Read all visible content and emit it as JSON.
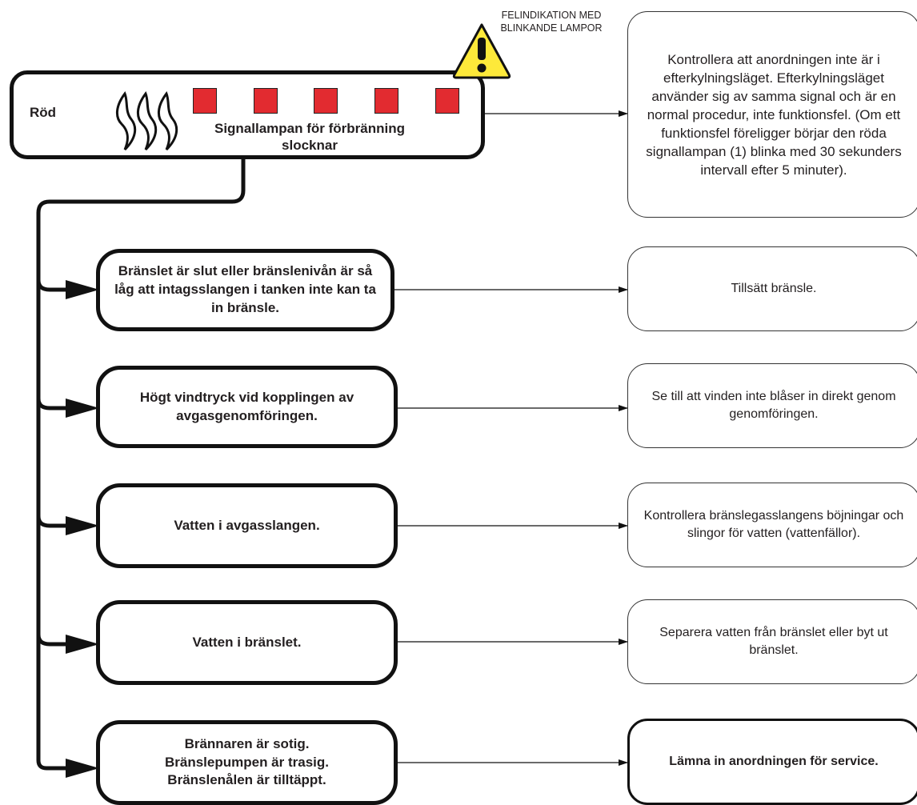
{
  "warning": {
    "label_line1": "FELINDIKATION MED",
    "label_line2": "BLINKANDE LAMPOR"
  },
  "header": {
    "color_label": "Röd",
    "signal_text_line1": "Signallampan för förbränning",
    "signal_text_line2": "slocknar",
    "lamp_count": 5,
    "lamp_color": "#e22b30"
  },
  "top_remedy": {
    "text": "Kontrollera att anordningen inte är i efterkylningsläget. Efterkylningsläget använder sig av samma signal och är en normal procedur, inte funktionsfel. (Om ett funktionsfel föreligger börjar den röda signallampan (1) blinka med 30 sekunders intervall efter 5 minuter)."
  },
  "rows": [
    {
      "cause": "Bränslet är slut eller bränslenivån är så låg att intagsslangen i tanken inte kan ta in bränsle.",
      "remedy": "Tillsätt bränsle."
    },
    {
      "cause": "Högt vindtryck vid kopplingen av avgasgenomföringen.",
      "remedy": "Se till att vinden inte blåser in direkt genom genomföringen."
    },
    {
      "cause": "Vatten i avgasslangen.",
      "remedy": "Kontrollera bränslegasslangens böjningar och slingor för vatten (vattenfällor)."
    },
    {
      "cause": "Vatten i bränslet.",
      "remedy": "Separera vatten från bränslet eller byt ut bränslet."
    },
    {
      "cause_lines": [
        "Brännaren är sotig.",
        "Bränslepumpen är trasig.",
        "Bränslenålen är tilltäppt."
      ],
      "remedy": "Lämna in anordningen för service."
    }
  ]
}
